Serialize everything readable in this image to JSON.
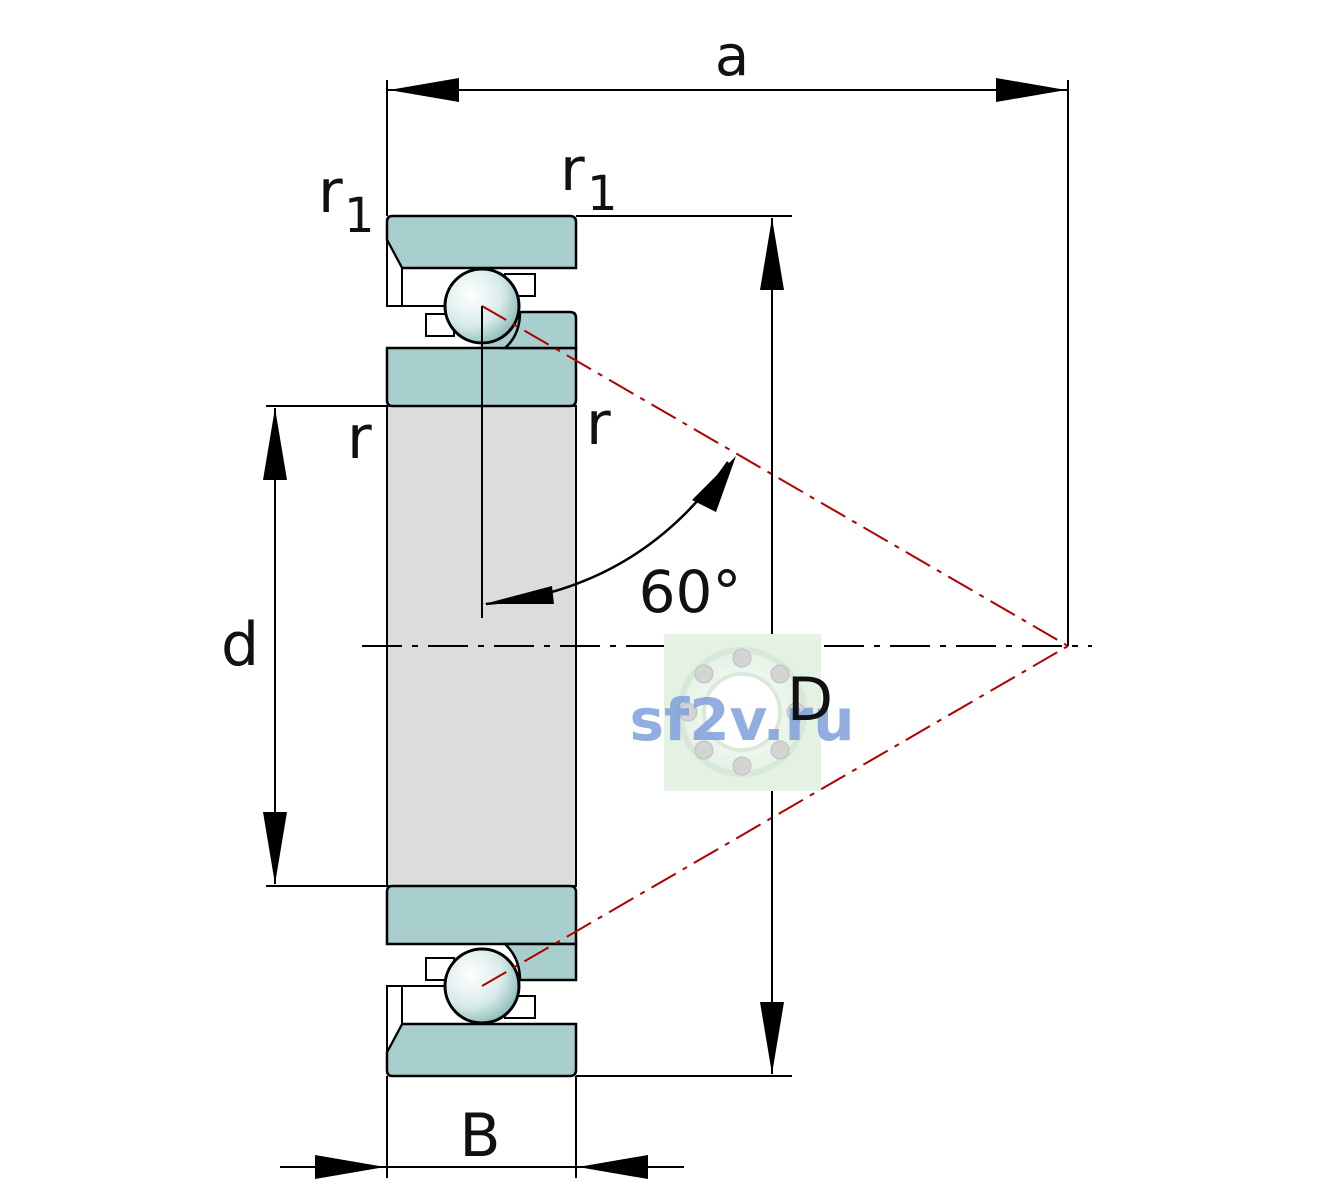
{
  "labels": {
    "a": "a",
    "r1_left": "r",
    "r1_left_sub": "1",
    "r1_right": "r",
    "r1_right_sub": "1",
    "r_left": "r",
    "r_right": "r",
    "angle": "60°",
    "d": "d",
    "D": "D",
    "B": "B"
  },
  "watermark": {
    "text": "sf2v.ru",
    "color": "#7f9fd9"
  },
  "colors": {
    "ring": "#a8cfcd",
    "bore": "#dcdcdc",
    "line": "#000000",
    "contact_line": "#b00000"
  }
}
